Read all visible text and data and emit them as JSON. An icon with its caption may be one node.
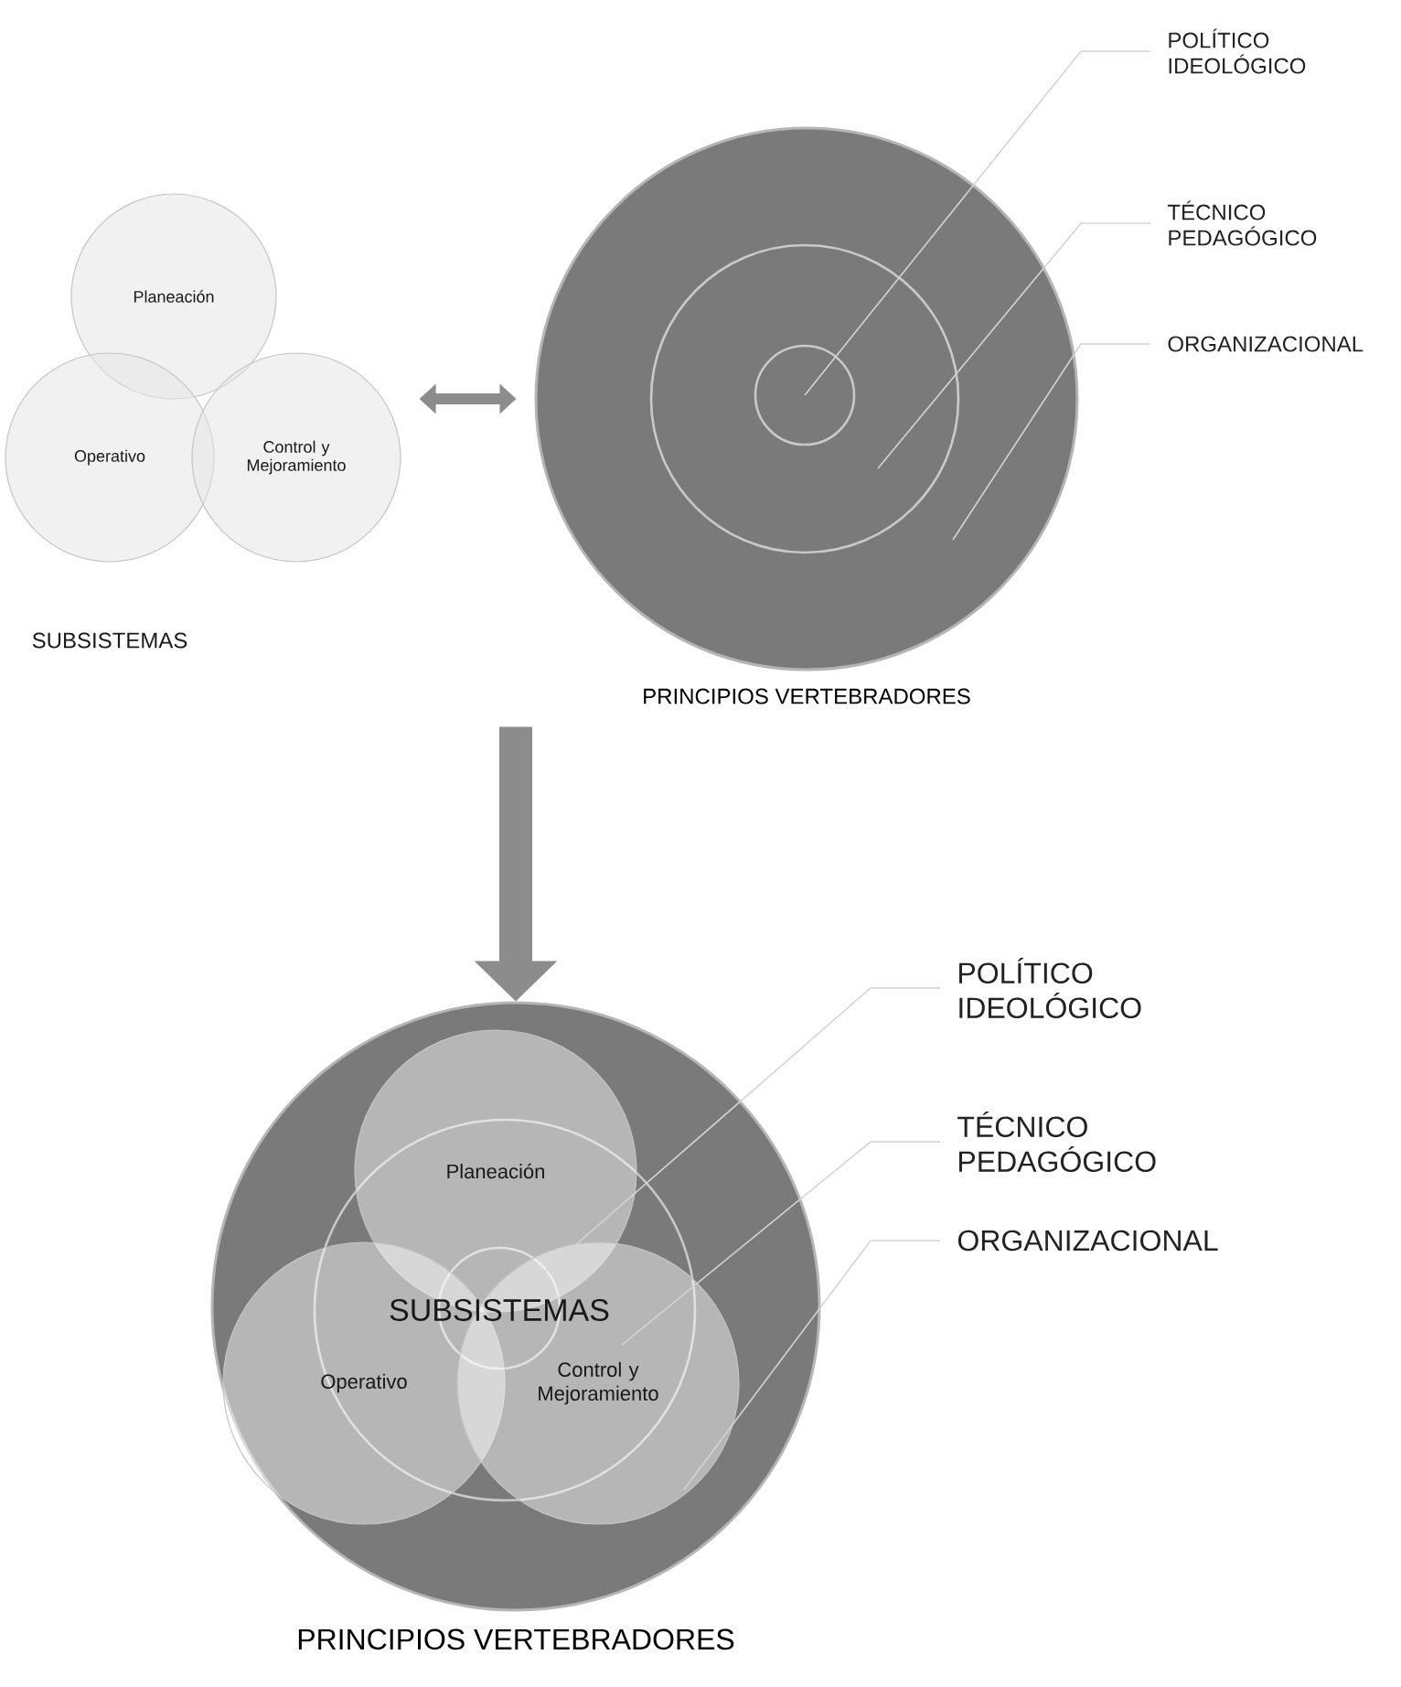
{
  "diagram": {
    "nodes": [
      {
        "text": [
          "Planeación"
        ]
      },
      {
        "text": [
          "Operativo"
        ]
      },
      {
        "text": [
          "Control y Mejoramiento"
        ]
      },
      {
        "text": [
          "PRINCIPIOS VERTEBRADORES"
        ]
      },
      {
        "text": [],
        "shape": "circle",
        "in": 3
      },
      {
        "text": [],
        "shape": "circle",
        "in": 4
      },
      {
        "text": [
          "POLÍTICO IDEOLÓGICO"
        ]
      },
      {
        "text": [
          "TÉCNICO PEDAGÓGICO"
        ]
      },
      {
        "text": [
          "ORGANIZACIONAL"
        ]
      },
      {
        "text": [
          "PRINCIPIOS VERTEBRADORES"
        ]
      },
      {
        "text": [],
        "shape": "circle",
        "in": 9
      },
      {
        "text": [],
        "shape": "circle",
        "in": 10
      },
      {
        "text": [
          "Planeación"
        ],
        "in": 9
      },
      {
        "text": [
          "Operativo"
        ],
        "in": 9
      },
      {
        "text": [
          "Control y Mejoramiento"
        ],
        "in": 9
      },
      {
        "text": [
          "POLÍTICO IDEOLÓGICO"
        ]
      },
      {
        "text": [
          "TÉCNICO PEDAGÓGICO"
        ]
      },
      {
        "text": [
          "ORGANIZACIONAL"
        ]
      }
    ],
    "edges": [
      {
        "from": 2,
        "to": 3,
        "arrow": "both",
        "style": "thick"
      },
      {
        "from": null,
        "to": 9,
        "arrow": "to",
        "style": "thick"
      },
      {
        "from": 6,
        "to": 5,
        "arrow": "none"
      },
      {
        "from": 7,
        "to": 4,
        "arrow": "none"
      },
      {
        "from": 8,
        "to": 3,
        "arrow": "none"
      },
      {
        "from": 15,
        "to": 11,
        "arrow": "none"
      },
      {
        "from": 16,
        "to": 10,
        "arrow": "none"
      },
      {
        "from": 17,
        "to": 9,
        "arrow": "none"
      }
    ],
    "labels": [
      "SUBSISTEMAS",
      "SUBSISTEMAS"
    ]
  }
}
